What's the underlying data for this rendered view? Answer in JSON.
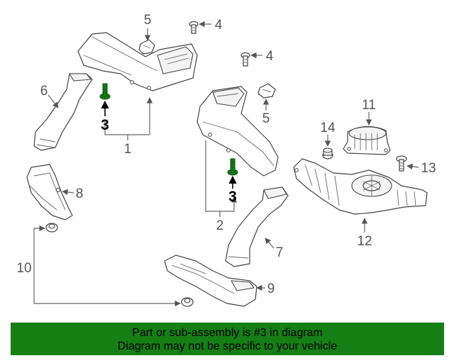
{
  "callouts": {
    "c1": "1",
    "c2": "2",
    "c3a": "3",
    "c3b": "3",
    "c4a": "4",
    "c4b": "4",
    "c5a": "5",
    "c5b": "5",
    "c6": "6",
    "c7": "7",
    "c8": "8",
    "c9": "9",
    "c10": "10",
    "c11": "11",
    "c12": "12",
    "c13": "13",
    "c14": "14"
  },
  "highlight_color": "#157e15",
  "banner": {
    "line1": "Part or sub-assembly is #3 in diagram",
    "line2": "Diagram may not be specific to your vehicle"
  }
}
